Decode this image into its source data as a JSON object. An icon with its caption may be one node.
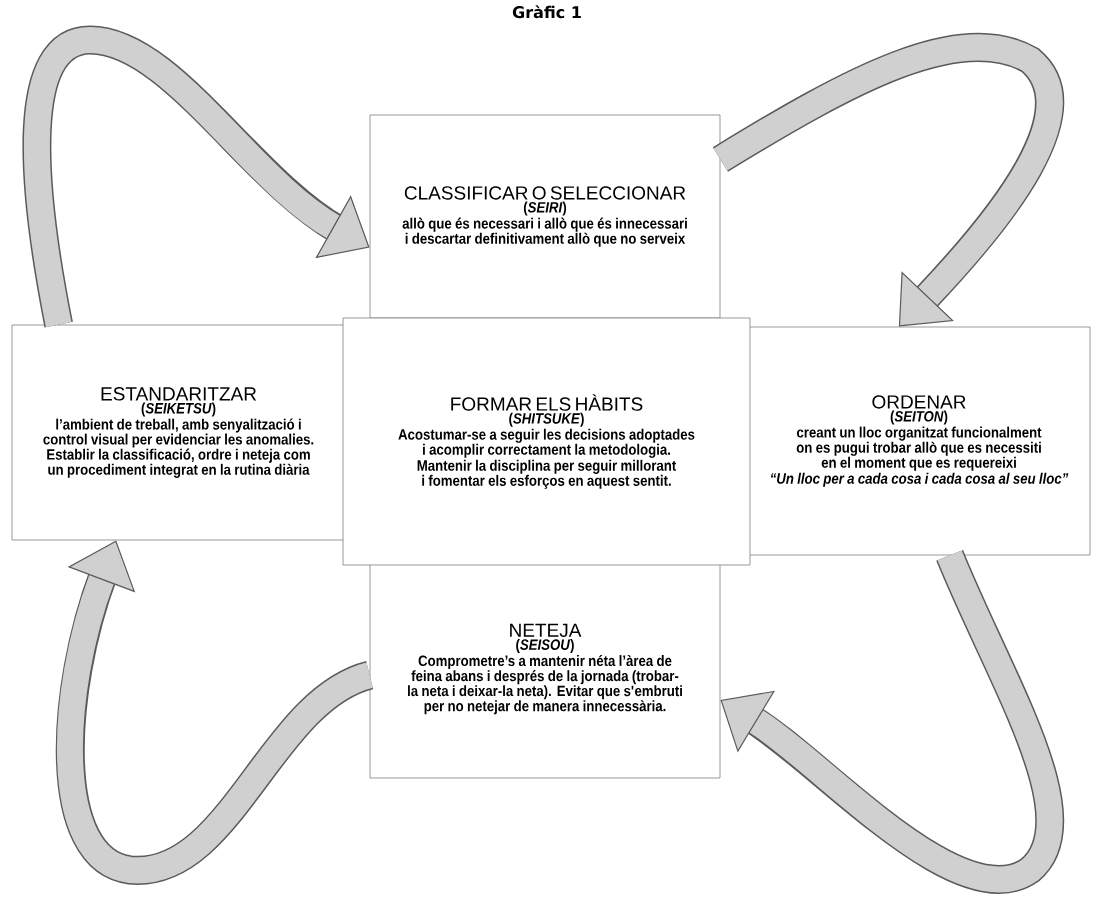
{
  "diagram": {
    "title": "Gràfic 1",
    "nodes": [
      {
        "text": [
          "CLASSIFICAR O SELECCIONAR",
          "(*SEIRI*)",
          "allò que és necessari i allò que és innecessari i descartar definitivament allò que no serveix"
        ]
      },
      {
        "text": [
          "ESTANDARITZAR",
          "(*SEIKETSU*)",
          "l’ambient de treball, amb senyalització i control visual per evidenciar les anomalies. Establir la classificació, ordre i neteja com un procediment integrat en la rutina diària"
        ]
      },
      {
        "text": [
          "FORMAR ELS HÀBITS",
          "(*SHITSUKE*)",
          "Acostumar-se a seguir les decisions adoptades i acomplir correctament la metodologia.",
          "Mantenir la disciplina per seguir millorant i fomentar els esforços en aquest sentit."
        ]
      },
      {
        "text": [
          "ORDENAR",
          "(*SEITON*)",
          "creant un lloc organitzat funcionalment on es pugui trobar allò que es necessiti en el moment que es requereixi",
          "“Un lloc per a cada cosa i cada cosa al seu lloc”"
        ]
      },
      {
        "text": [
          "NETEJA",
          "(*SEISOU*)",
          "Comprometre’s a mantenir néta l’àrea de feina abans i després de la jornada (trobar-la neta i deixar-la neta). Evitar que s'embruti per no netejar de manera innecessària."
        ]
      }
    ],
    "edges": [
      {
        "from": 1,
        "to": 0,
        "arrow": "to"
      },
      {
        "from": 0,
        "to": 3,
        "arrow": "to"
      },
      {
        "from": 3,
        "to": 4,
        "arrow": "to"
      },
      {
        "from": 4,
        "to": 1,
        "arrow": "to"
      }
    ]
  }
}
